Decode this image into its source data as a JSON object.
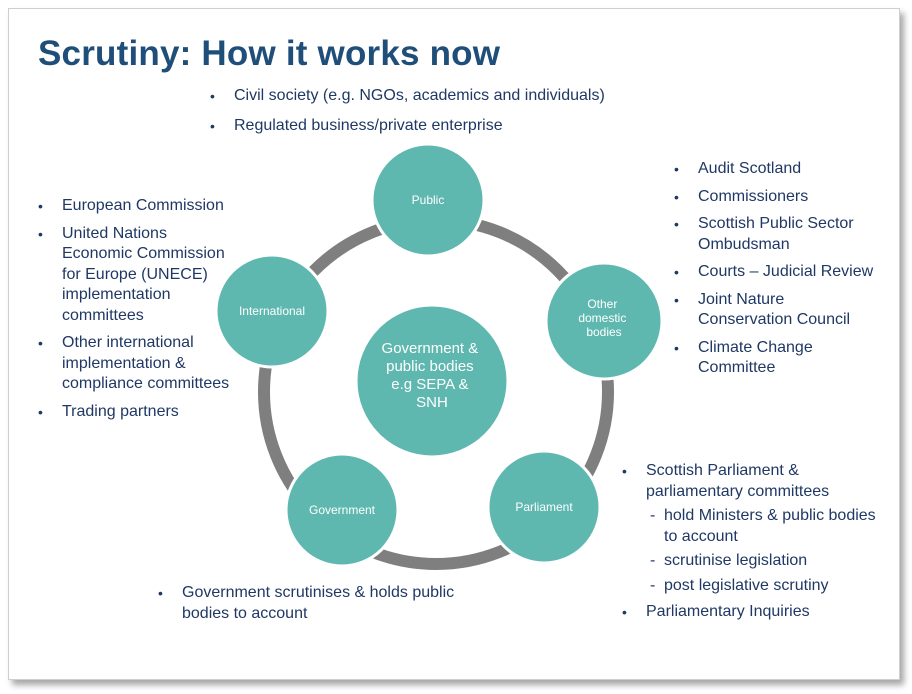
{
  "title": "Scrutiny: How it works now",
  "colors": {
    "title": "#1f4e79",
    "text": "#1f3864",
    "node": "#5fb8b0",
    "ring": "#7f7f7f"
  },
  "diagram": {
    "center": [
      "Government &",
      "public bodies",
      "e.g SEPA &",
      "SNH"
    ],
    "nodes": {
      "public": [
        "Public"
      ],
      "other": [
        "Other",
        "domestic",
        "bodies"
      ],
      "parliament": [
        "Parliament"
      ],
      "government": [
        "Government"
      ],
      "international": [
        "International"
      ]
    }
  },
  "top_list": [
    "Civil society (e.g. NGOs, academics and individuals)",
    "Regulated business/private enterprise"
  ],
  "left_list": [
    "European Commission",
    "United Nations Economic Commission for Europe (UNECE) implementation committees",
    "Other international implementation & compliance committees",
    "Trading partners"
  ],
  "right_list": [
    "Audit Scotland",
    "Commissioners",
    "Scottish Public Sector Ombudsman",
    "Courts – Judicial Review",
    "Joint Nature Conservation Council",
    "Climate Change Committee"
  ],
  "parliament_list": {
    "item1": "Scottish Parliament & parliamentary committees",
    "sub": [
      "hold Ministers & public bodies to account",
      "scrutinise legislation",
      "post legislative scrutiny"
    ],
    "item2": "Parliamentary Inquiries"
  },
  "government_list": [
    "Government scrutinises & holds public bodies to account"
  ]
}
